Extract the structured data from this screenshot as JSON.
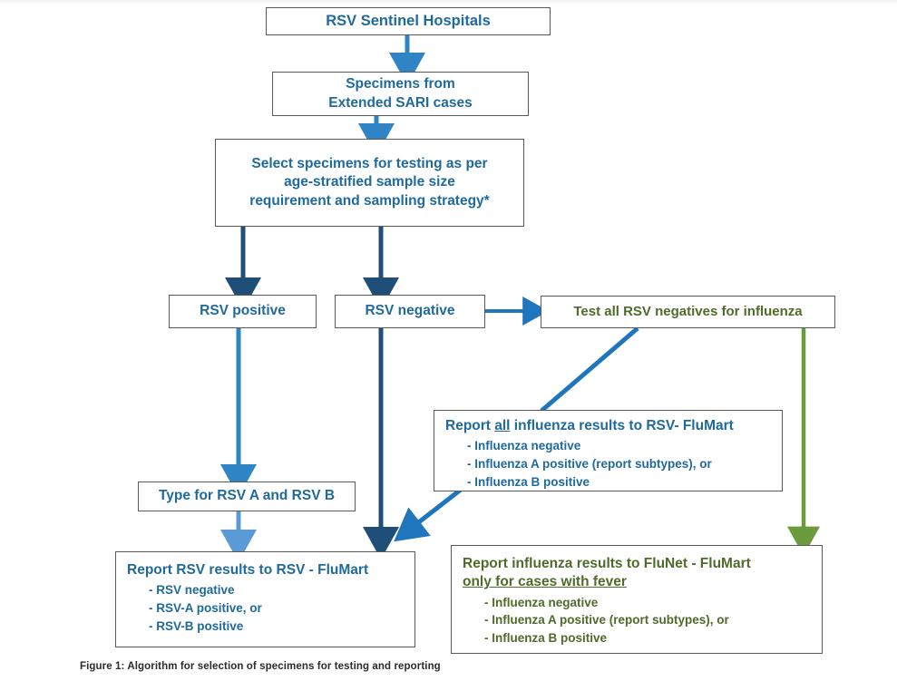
{
  "figure": {
    "caption": "Figure 1: Algorithm for selection of specimens for testing and reporting"
  },
  "colors": {
    "blue_text": "#1f6a9c",
    "green_text": "#4e6b2a",
    "arrow_blue_light": "#2e84c4",
    "arrow_blue_dark": "#1f4e79",
    "arrow_green": "#6b9b3c",
    "box_border": "#595959",
    "background": "#ffffff"
  },
  "nodes": {
    "sentinel_hospitals": {
      "title": "RSV Sentinel Hospitals"
    },
    "specimens": {
      "line1": "Specimens from",
      "line2": "Extended SARI cases"
    },
    "select_specimens": {
      "line1": "Select specimens for testing as per",
      "line2": "age-stratified sample size",
      "line3": "requirement and sampling strategy*"
    },
    "rsv_positive": {
      "title": "RSV positive"
    },
    "rsv_negative": {
      "title": "RSV negative"
    },
    "test_influenza": {
      "title": "Test all RSV negatives for influenza"
    },
    "report_influenza_rsvflumart": {
      "title_pre": "Report ",
      "title_underlined": "all",
      "title_post": " influenza results to RSV- FluMart",
      "bullets": [
        "- Influenza negative",
        "- Influenza A positive (report subtypes), or",
        "- Influenza B positive"
      ]
    },
    "type_rsv": {
      "title": "Type for RSV A and RSV B"
    },
    "report_rsv_results": {
      "title": "Report RSV results to RSV - FluMart",
      "bullets": [
        "- RSV negative",
        "- RSV-A positive, or",
        "- RSV-B positive"
      ]
    },
    "report_influenza_flunet": {
      "title_line1": "Report influenza results to FluNet - FluMart",
      "title_line2_underlined": "only for cases with fever",
      "bullets": [
        "- Influenza negative",
        "- Influenza A positive (report subtypes), or",
        "- Influenza B positive"
      ]
    }
  },
  "connectors": [
    {
      "name": "hospitals-to-specimens",
      "kind": "arrow-down",
      "color": "#2e84c4"
    },
    {
      "name": "specimens-to-select",
      "kind": "arrow-down",
      "color": "#2e84c4"
    },
    {
      "name": "select-to-rsv-positive",
      "kind": "arrow-down",
      "color": "#1f4e79"
    },
    {
      "name": "select-to-rsv-negative",
      "kind": "arrow-down",
      "color": "#1f4e79"
    },
    {
      "name": "rsv-negative-to-test-influenza",
      "kind": "arrow-right",
      "color": "#1f76bc"
    },
    {
      "name": "rsv-positive-to-type-rsv",
      "kind": "arrow-down",
      "color": "#2e84c4"
    },
    {
      "name": "rsv-negative-to-report-rsv",
      "kind": "arrow-down",
      "color": "#1f4e79"
    },
    {
      "name": "type-rsv-to-report-rsv",
      "kind": "arrow-down",
      "color": "#5b9bd5"
    },
    {
      "name": "test-influenza-to-report-influenza-rsv",
      "kind": "line-diagonal",
      "color": "#1f76bc"
    },
    {
      "name": "report-influenza-rsv-to-report-rsv",
      "kind": "arrow-diagonal",
      "color": "#1f76bc"
    },
    {
      "name": "test-influenza-to-report-flunet",
      "kind": "arrow-down",
      "color": "#6b9b3c"
    }
  ]
}
